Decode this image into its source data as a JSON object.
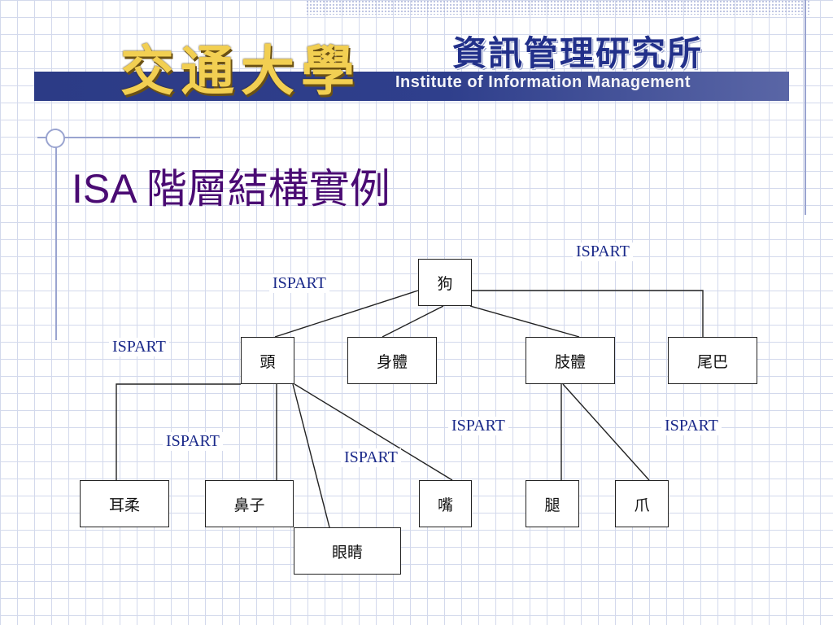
{
  "header": {
    "logo_text": "交通大學",
    "institute_cn": "資訊管理研究所",
    "institute_en": "Institute of Information Management"
  },
  "title": "ISA 階層結構實例",
  "diagram": {
    "nodes": {
      "dog": "狗",
      "head": "頭",
      "body": "身體",
      "limbs": "肢體",
      "tail": "尾巴",
      "ear": "耳柔",
      "nose": "鼻子",
      "eyes": "眼睛",
      "mouth": "嘴",
      "leg": "腿",
      "claw": "爪"
    },
    "relation_label": "ISPART",
    "edges": [
      [
        "dog",
        "head"
      ],
      [
        "dog",
        "body"
      ],
      [
        "dog",
        "limbs"
      ],
      [
        "dog",
        "tail"
      ],
      [
        "head",
        "ear"
      ],
      [
        "head",
        "nose"
      ],
      [
        "head",
        "eyes"
      ],
      [
        "head",
        "mouth"
      ],
      [
        "limbs",
        "leg"
      ],
      [
        "limbs",
        "claw"
      ]
    ]
  },
  "colors": {
    "title": "#4a0b73",
    "label": "#1b2a8a",
    "banner": "#2c3b86",
    "logo": "#f2cf52"
  }
}
